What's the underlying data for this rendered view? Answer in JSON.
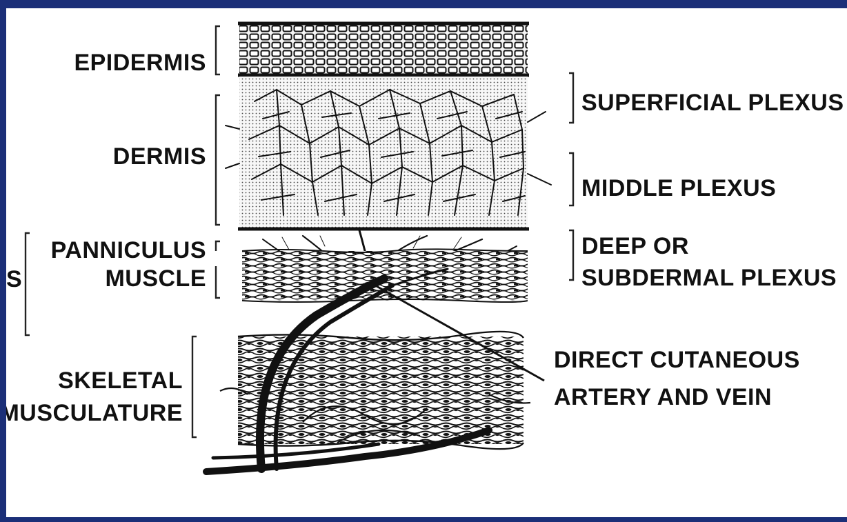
{
  "labels": {
    "epidermis": "EPIDERMIS",
    "dermis": "DERMIS",
    "panniculus_line1": "PANNICULUS",
    "panniculus_line2": "MUSCLE",
    "skeletal_line1": "SKELETAL",
    "skeletal_line2": "MUSCULATURE",
    "cut_left_letter": "S",
    "superficial_plexus": "SUPERFICIAL PLEXUS",
    "middle_plexus": "MIDDLE PLEXUS",
    "deep_line1": "DEEP OR",
    "deep_line2": "SUBDERMAL PLEXUS",
    "artery_line1": "DIRECT CUTANEOUS",
    "artery_line2": "ARTERY AND VEIN"
  },
  "colors": {
    "frame": "#1b2f78",
    "background": "#ffffff",
    "ink": "#111111"
  }
}
